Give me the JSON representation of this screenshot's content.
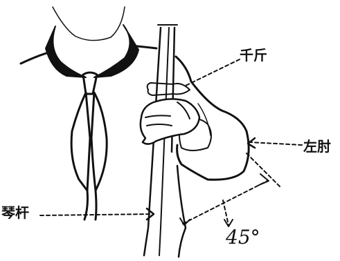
{
  "labels": {
    "qianjin": "千斤",
    "zuozhou": "左肘",
    "qingan": "琴杆",
    "angle": "45°"
  },
  "colors": {
    "ink": "#111111",
    "background": "#ffffff"
  }
}
